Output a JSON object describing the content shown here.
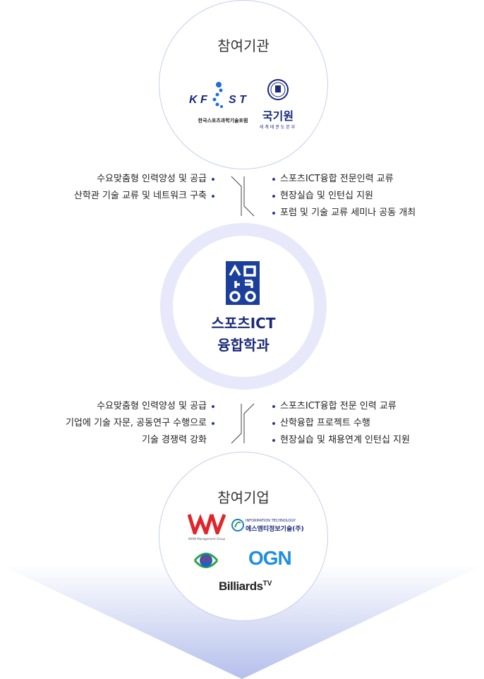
{
  "participating_institutions": {
    "title": "참여기관",
    "kfost_logo_text": "KF ST",
    "kfost_caption": "한국스포츠과학기술포럼",
    "kukkiwon_name": "국기원",
    "kukkiwon_caption": "세계태권도본부"
  },
  "upper_flow": {
    "left_items": [
      "수요맞춤형 인력양성 및 공급",
      "산학관 기술 교류 및 네트워크 구축"
    ],
    "right_items": [
      "스포츠ICT융합 전문인력 교류",
      "현장실습 및 인턴십 지원",
      "포럼 및 기술 교류 세미나 공동 개최"
    ]
  },
  "department": {
    "logo_glyph": "상명",
    "name_line1": "스포츠ICT",
    "name_line2": "융합학과"
  },
  "lower_flow": {
    "left_items": [
      "수요맞춤형 인력양성 및 공급",
      "기업에 기술 자문, 공동연구 수행으로",
      "기술 경쟁력 강화"
    ],
    "right_items": [
      "스포츠ICT융합 전문 인력 교류",
      "산학융합 프로젝트 수행",
      "현장실습 및 채용연계 인턴십 지원"
    ]
  },
  "participating_companies": {
    "title": "참여기업",
    "wow_caption": "WOW Management Group",
    "it_caption_en": "INFORMATION TECHNOLOGY",
    "it_caption_ko": "에스엠티정보기술(주)",
    "logo21_text": "21",
    "ogn_text": "OGN",
    "billiards_text": "Billiards",
    "billiards_tv": "TV"
  },
  "colors": {
    "navy": "#1b2b7a",
    "circle_border": "#c9cdf0",
    "center_ring": "#e7e8fa",
    "ogn_blue": "#1e8fe0",
    "wow_red": "#e0252b"
  }
}
